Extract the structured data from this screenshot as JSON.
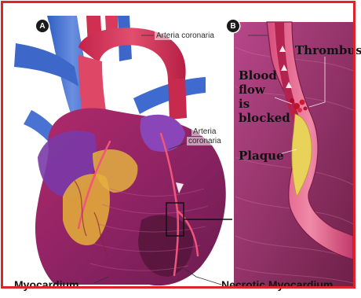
{
  "panels": {
    "a": {
      "badge": "A"
    },
    "b": {
      "badge": "B"
    }
  },
  "labels": {
    "arteria_coronaria_top": "Arteria coronaria",
    "arteria_coronaria_mid_line1": "Arteria",
    "arteria_coronaria_mid_line2": "coronaria",
    "thrombus": "Thrombus",
    "blood_flow_line1": "Blood",
    "blood_flow_line2": "flow",
    "blood_flow_line3": "is",
    "blood_flow_line4": "blocked",
    "plaque": "Plaque",
    "myocardium": "Myocardium",
    "necrotic_myocardium": "Necrotic Myocardium"
  },
  "colors": {
    "frame": "#e0232b",
    "vein_blue": "#3f6fd0",
    "artery_red": "#d8324f",
    "muscle_magenta": "#a8286a",
    "fat_yellow": "#e8c23a",
    "plaque_yellow": "#e9d25a"
  }
}
